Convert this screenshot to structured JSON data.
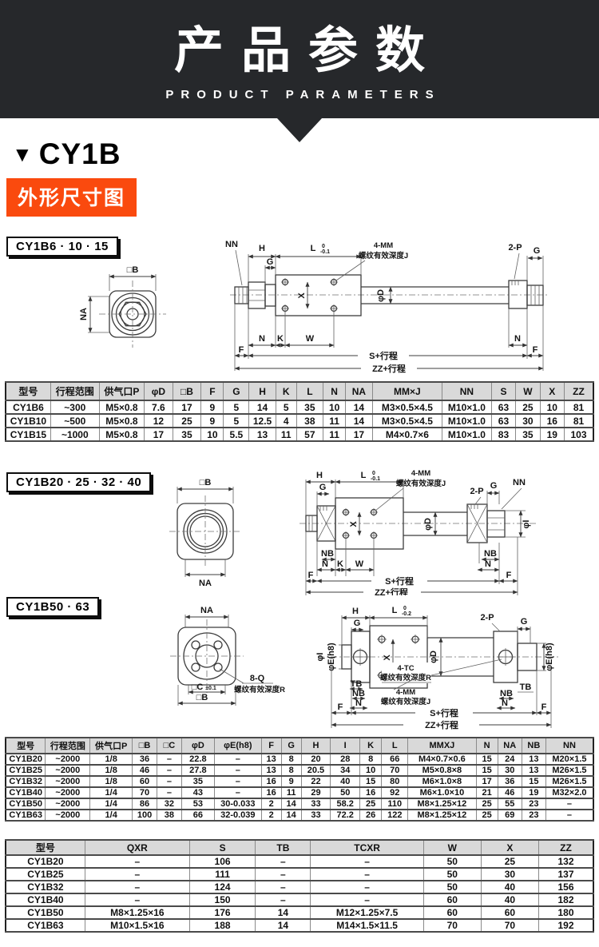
{
  "header": {
    "title": "产品参数",
    "subtitle": "PRODUCT PARAMETERS"
  },
  "section": {
    "marker": "▼",
    "series": "CY1B",
    "dim_label": "外形尺寸图"
  },
  "colors": {
    "banner": "#26282b",
    "accent": "#fa4a0e",
    "table_header_bg": "#d9d9d9"
  },
  "diagrams": {
    "d1": {
      "tag": "CY1B6 · 10 · 15"
    },
    "d2": {
      "tag": "CY1B20 · 25 · 32 · 40"
    },
    "d3": {
      "tag": "CY1B50 · 63"
    },
    "dim": {
      "sqB": "□B",
      "sqC": "□C",
      "NA": "NA",
      "NN": "NN",
      "H": "H",
      "G": "G",
      "L": "L",
      "K": "K",
      "W": "W",
      "N": "N",
      "F": "F",
      "X": "X",
      "TB": "TB",
      "NB": "NB",
      "phiD": "φD",
      "phiI": "φI",
      "phiE": "φE(h8)",
      "S_stroke": "S+行程",
      "ZZ_stroke": "ZZ+行程",
      "four_MM": "4-MM",
      "thread_J": "螺纹有效深度J",
      "four_TC": "4-TC",
      "thread_R": "螺纹有效深度R",
      "two_P": "2-P",
      "eight_Q": "8-Q",
      "tol0": "0",
      "tolm1": "-0.1",
      "tolm2": "-0.2",
      "tolpm": "±0.1"
    }
  },
  "table1": {
    "headers": [
      "型号",
      "行程范围",
      "供气口P",
      "φD",
      "□B",
      "F",
      "G",
      "H",
      "K",
      "L",
      "N",
      "NA",
      "MM×J",
      "NN",
      "S",
      "W",
      "X",
      "ZZ"
    ],
    "rows": [
      [
        "CY1B6",
        "~300",
        "M5×0.8",
        "7.6",
        "17",
        "9",
        "5",
        "14",
        "5",
        "35",
        "10",
        "14",
        "M3×0.5×4.5",
        "M10×1.0",
        "63",
        "25",
        "10",
        "81"
      ],
      [
        "CY1B10",
        "~500",
        "M5×0.8",
        "12",
        "25",
        "9",
        "5",
        "12.5",
        "4",
        "38",
        "11",
        "14",
        "M3×0.5×4.5",
        "M10×1.0",
        "63",
        "30",
        "16",
        "81"
      ],
      [
        "CY1B15",
        "~1000",
        "M5×0.8",
        "17",
        "35",
        "10",
        "5.5",
        "13",
        "11",
        "57",
        "11",
        "17",
        "M4×0.7×6",
        "M10×1.0",
        "83",
        "35",
        "19",
        "103"
      ]
    ]
  },
  "table2": {
    "headers": [
      "型号",
      "行程范围",
      "供气口P",
      "□B",
      "□C",
      "φD",
      "φE(h8)",
      "F",
      "G",
      "H",
      "I",
      "K",
      "L",
      "MMXJ",
      "N",
      "NA",
      "NB",
      "NN"
    ],
    "rows": [
      [
        "CY1B20",
        "~2000",
        "1/8",
        "36",
        "–",
        "22.8",
        "–",
        "13",
        "8",
        "20",
        "28",
        "8",
        "66",
        "M4×0.7×0.6",
        "15",
        "24",
        "13",
        "M20×1.5"
      ],
      [
        "CY1B25",
        "~2000",
        "1/8",
        "46",
        "–",
        "27.8",
        "–",
        "13",
        "8",
        "20.5",
        "34",
        "10",
        "70",
        "M5×0.8×8",
        "15",
        "30",
        "13",
        "M26×1.5"
      ],
      [
        "CY1B32",
        "~2000",
        "1/8",
        "60",
        "–",
        "35",
        "–",
        "16",
        "9",
        "22",
        "40",
        "15",
        "80",
        "M6×1.0×8",
        "17",
        "36",
        "15",
        "M26×1.5"
      ],
      [
        "CY1B40",
        "~2000",
        "1/4",
        "70",
        "–",
        "43",
        "–",
        "16",
        "11",
        "29",
        "50",
        "16",
        "92",
        "M6×1.0×10",
        "21",
        "46",
        "19",
        "M32×2.0"
      ],
      [
        "CY1B50",
        "~2000",
        "1/4",
        "86",
        "32",
        "53",
        "30-0.033",
        "2",
        "14",
        "33",
        "58.2",
        "25",
        "110",
        "M8×1.25×12",
        "25",
        "55",
        "23",
        "–"
      ],
      [
        "CY1B63",
        "~2000",
        "1/4",
        "100",
        "38",
        "66",
        "32-0.039",
        "2",
        "14",
        "33",
        "72.2",
        "26",
        "122",
        "M8×1.25×12",
        "25",
        "69",
        "23",
        "–"
      ]
    ]
  },
  "table3": {
    "headers": [
      "型号",
      "QXR",
      "S",
      "TB",
      "TCXR",
      "W",
      "X",
      "ZZ"
    ],
    "rows": [
      [
        "CY1B20",
        "–",
        "106",
        "–",
        "–",
        "50",
        "25",
        "132"
      ],
      [
        "CY1B25",
        "–",
        "111",
        "–",
        "–",
        "50",
        "30",
        "137"
      ],
      [
        "CY1B32",
        "–",
        "124",
        "–",
        "–",
        "50",
        "40",
        "156"
      ],
      [
        "CY1B40",
        "–",
        "150",
        "–",
        "–",
        "60",
        "40",
        "182"
      ],
      [
        "CY1B50",
        "M8×1.25×16",
        "176",
        "14",
        "M12×1.25×7.5",
        "60",
        "60",
        "180"
      ],
      [
        "CY1B63",
        "M10×1.5×16",
        "188",
        "14",
        "M14×1.5×11.5",
        "70",
        "70",
        "192"
      ]
    ]
  }
}
